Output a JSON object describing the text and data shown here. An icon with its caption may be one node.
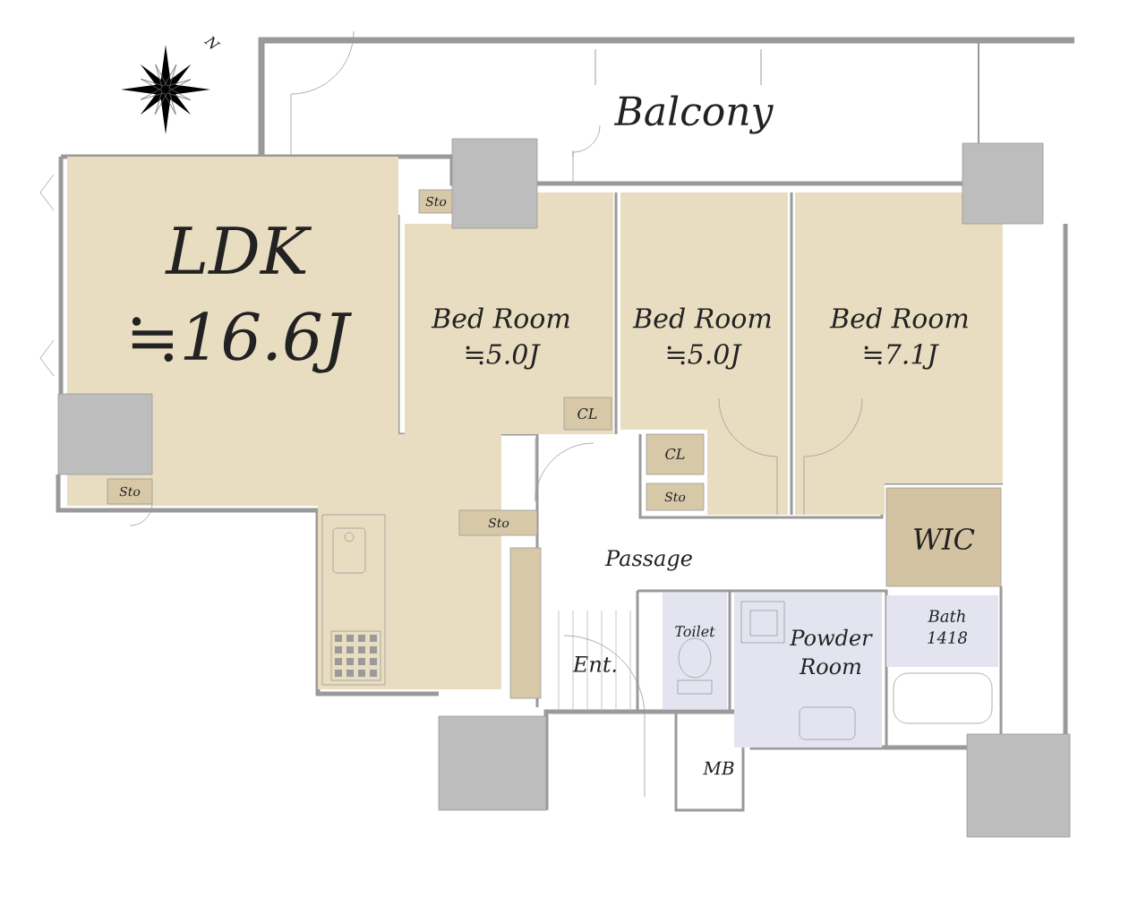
{
  "diagram": {
    "nodes": [
      {
        "text": [
          "Balcony"
        ]
      },
      {
        "text": [
          "LDK",
          "≒16.6J"
        ]
      },
      {
        "text": [
          "Bed Room",
          "≒5.0J"
        ]
      },
      {
        "text": [
          "Bed Room",
          "≒5.0J"
        ]
      },
      {
        "text": [
          "Bed Room",
          "≒7.1J"
        ]
      },
      {
        "text": [
          "Sto"
        ]
      },
      {
        "text": [
          "CL"
        ],
        "in": 2
      },
      {
        "text": [
          "Sto"
        ],
        "in": 1
      },
      {
        "text": [
          "CL"
        ]
      },
      {
        "text": [
          "Sto"
        ]
      },
      {
        "text": [
          "Sto"
        ]
      },
      {
        "text": [
          "WIC"
        ]
      },
      {
        "text": [
          "Passage"
        ]
      },
      {
        "text": [
          "Ent."
        ]
      },
      {
        "text": [
          "Toilet"
        ]
      },
      {
        "text": [
          "Powder Room"
        ]
      },
      {
        "text": [
          "Bath",
          "1418"
        ]
      },
      {
        "text": [
          "MB"
        ]
      }
    ],
    "labels": [
      "N"
    ]
  }
}
